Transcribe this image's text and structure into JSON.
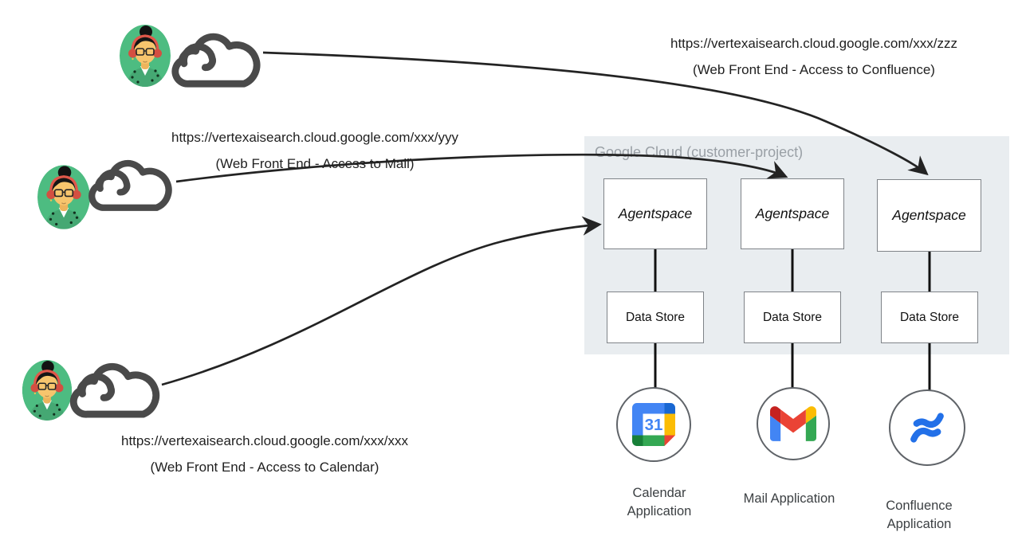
{
  "cloud_container": {
    "label": "Google Cloud (customer-project)"
  },
  "users": [
    {
      "id": "confluence-user",
      "url": "https://vertexaisearch.cloud.google.com/xxx/zzz",
      "caption": "(Web Front End - Access to Confluence)"
    },
    {
      "id": "mail-user",
      "url": "https://vertexaisearch.cloud.google.com/xxx/yyy",
      "caption": "(Web Front End - Access to Mail)"
    },
    {
      "id": "calendar-user",
      "url": "https://vertexaisearch.cloud.google.com/xxx/xxx",
      "caption": "(Web Front End - Access to Calendar)"
    }
  ],
  "columns": [
    {
      "agentspace": "Agentspace",
      "datastore": "Data Store",
      "app_label": "Calendar Application",
      "icon": "google-calendar-icon"
    },
    {
      "agentspace": "Agentspace",
      "datastore": "Data Store",
      "app_label": "Mail Application",
      "icon": "gmail-icon"
    },
    {
      "agentspace": "Agentspace",
      "datastore": "Data Store",
      "app_label": "Confluence Application",
      "icon": "confluence-icon"
    }
  ],
  "calendar_icon": {
    "day": "31"
  },
  "colors": {
    "container_bg": "#e9edf0",
    "container_label": "#9aa0a6",
    "box_border": "#7f8388",
    "arrow": "#232323",
    "avatar_bg": "#4dbc81",
    "google_blue": "#4285f4",
    "google_blue_dark": "#1967d2",
    "google_red": "#ea4335",
    "google_red_dark": "#c5221f",
    "google_yellow": "#fbbc04",
    "google_green": "#34a853",
    "google_green_dark": "#188038",
    "confluence_blue": "#2270e8"
  }
}
